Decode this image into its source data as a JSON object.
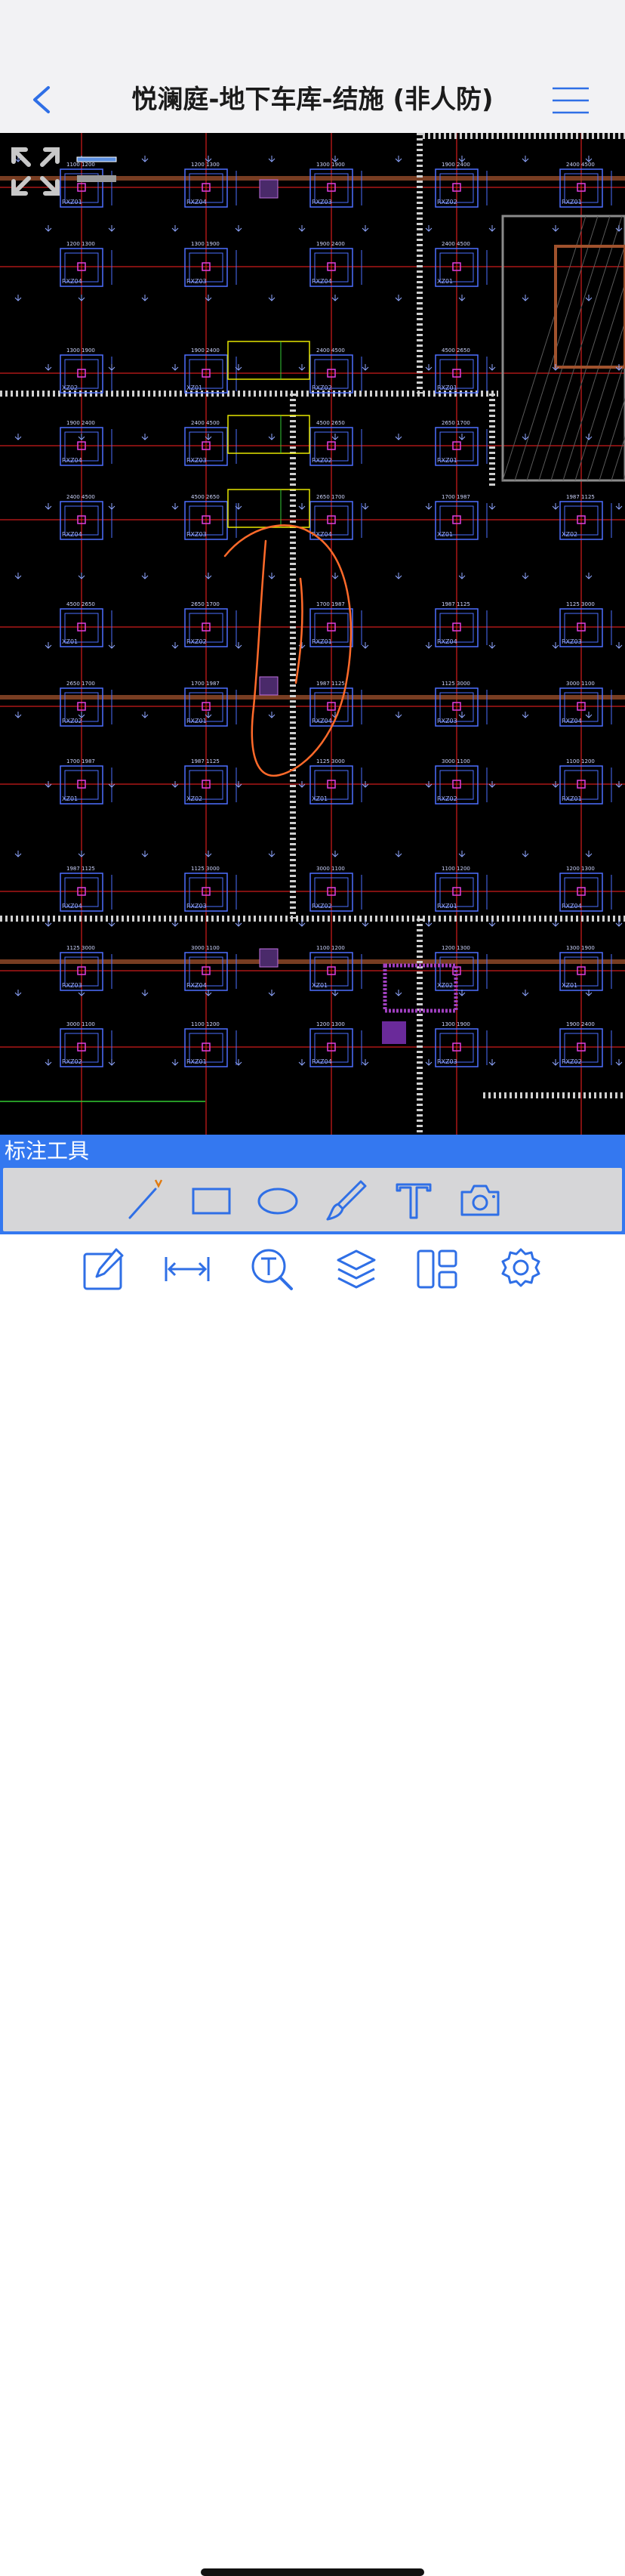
{
  "header": {
    "title": "悦澜庭-地下车库-结施 (非人防)",
    "back_icon": "chevron-left-icon",
    "menu_icon": "hamburger-menu-icon"
  },
  "drawing": {
    "background": "#000000",
    "grid_color": "#ff2222",
    "column_color": "#4d6fff",
    "annotation_color": "#ff6a2a",
    "column_labels": [
      "RXZ01",
      "RXZ04",
      "RXZ03",
      "RXZ02",
      "RXZ01",
      "RXZ04",
      "RXZ03",
      "RXZ04",
      "XZ01",
      "XZ02",
      "XZ01",
      "RXZ02"
    ],
    "dim_labels": [
      "1100",
      "1200",
      "1300",
      "1900",
      "2400",
      "4500",
      "2650",
      "1700",
      "1987",
      "1125",
      "3000"
    ]
  },
  "annotation_toolbar": {
    "title": "标注工具",
    "tools": [
      "line-tool-icon",
      "rectangle-tool-icon",
      "ellipse-tool-icon",
      "brush-tool-icon",
      "text-tool-icon",
      "camera-tool-icon"
    ]
  },
  "bottom_bar": {
    "tools": [
      "edit-icon",
      "measure-icon",
      "text-search-icon",
      "layers-icon",
      "layout-icon",
      "settings-icon"
    ]
  },
  "colors": {
    "accent": "#3478f0",
    "icon_blue": "#2f6fe6",
    "header_bg": "#f2f2f4",
    "toolbar_bg": "#d6d6d8"
  }
}
